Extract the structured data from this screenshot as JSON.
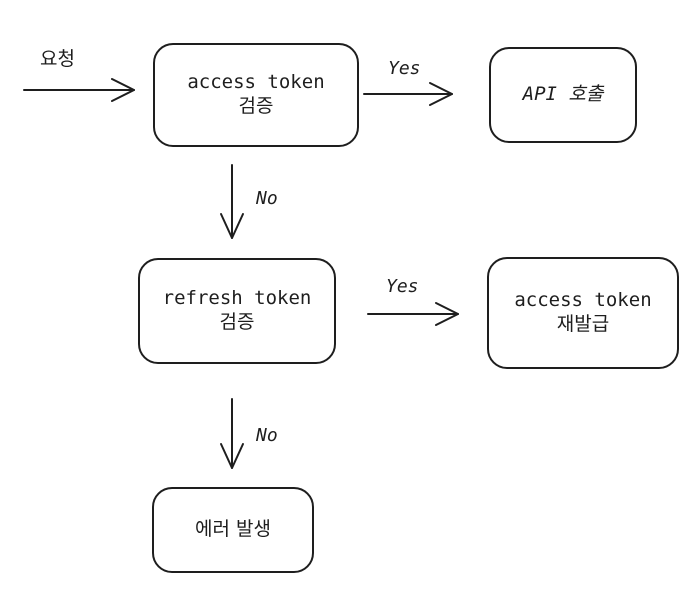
{
  "input_label": "요청",
  "nodes": {
    "access_check": {
      "line1": "access token",
      "line2": "검증"
    },
    "api_call": {
      "line1": "API 호출"
    },
    "refresh_check": {
      "line1": "refresh token",
      "line2": "검증"
    },
    "reissue": {
      "line1": "access token",
      "line2": "재발급"
    },
    "error": {
      "line1": "에러 발생"
    }
  },
  "edges": {
    "access_yes": "Yes",
    "access_no": "No",
    "refresh_yes": "Yes",
    "refresh_no": "No"
  }
}
